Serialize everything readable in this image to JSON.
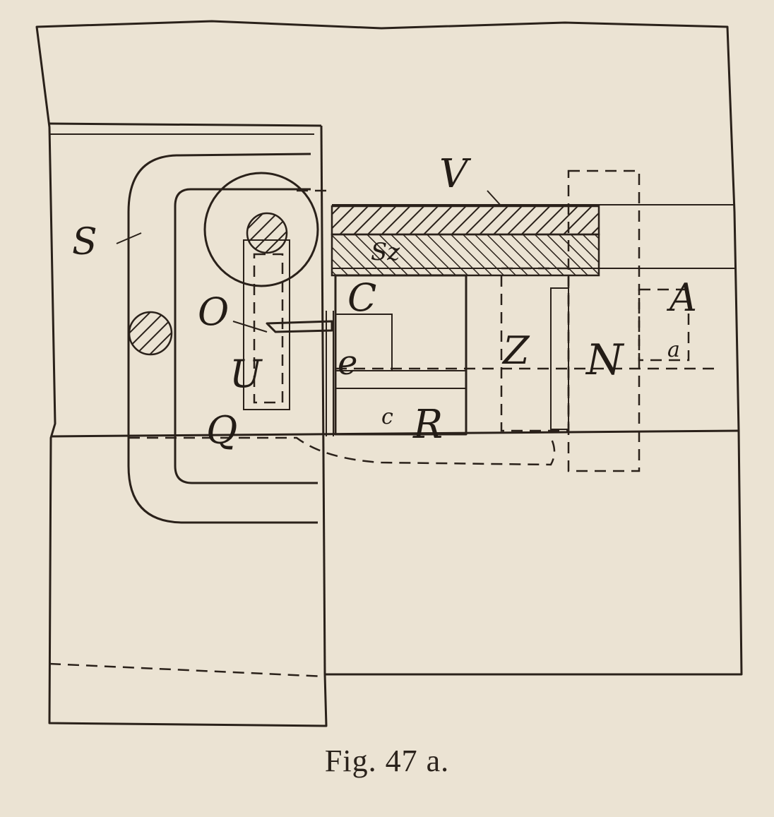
{
  "caption": "Fig. 47 a.",
  "labels": {
    "S": "S",
    "V": "V",
    "Sz": "Sz",
    "O": "O",
    "C": "C",
    "A": "A",
    "U": "U",
    "e": "e",
    "Z": "Z",
    "N": "N",
    "Q": "Q",
    "R": "R",
    "small_a": "a",
    "small_c": "c"
  },
  "colors": {
    "paper": "#ebe3d3",
    "ink": "#2a211a"
  }
}
